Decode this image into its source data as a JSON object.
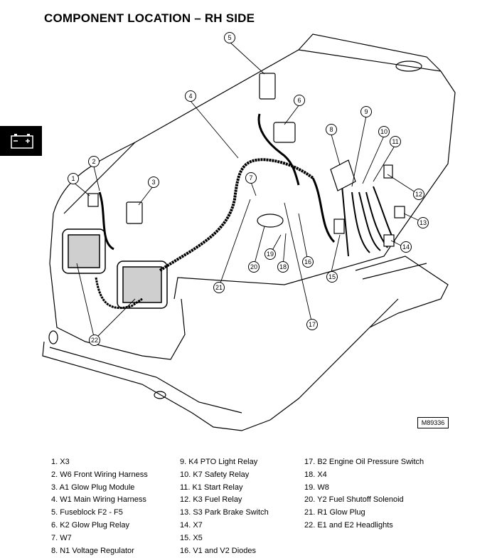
{
  "title": "COMPONENT LOCATION – RH SIDE",
  "figure_id": "M89336",
  "side_tab_icon": "battery-icon",
  "callout_numbers": [
    "1",
    "2",
    "3",
    "4",
    "5",
    "6",
    "7",
    "8",
    "9",
    "10",
    "11",
    "12",
    "13",
    "14",
    "15",
    "16",
    "17",
    "18",
    "19",
    "20",
    "21",
    "22"
  ],
  "legend": {
    "col1": [
      "1. X3",
      "2. W6 Front Wiring Harness",
      "3. A1 Glow Plug Module",
      "4. W1 Main Wiring Harness",
      "5. Fuseblock F2 - F5",
      "6. K2 Glow Plug Relay",
      "7. W7",
      "8. N1 Voltage Regulator"
    ],
    "col2": [
      "9. K4 PTO Light Relay",
      "10. K7 Safety Relay",
      "11. K1 Start Relay",
      "12. K3 Fuel Relay",
      "13. S3 Park Brake Switch",
      "14. X7",
      "15. X5",
      "16. V1 and V2 Diodes"
    ],
    "col3": [
      "17. B2 Engine Oil Pressure Switch",
      "18. X4",
      "19. W8",
      "20. Y2 Fuel Shutoff Solenoid",
      "21. R1 Glow Plug",
      "22. E1 and E2 Headlights"
    ]
  }
}
